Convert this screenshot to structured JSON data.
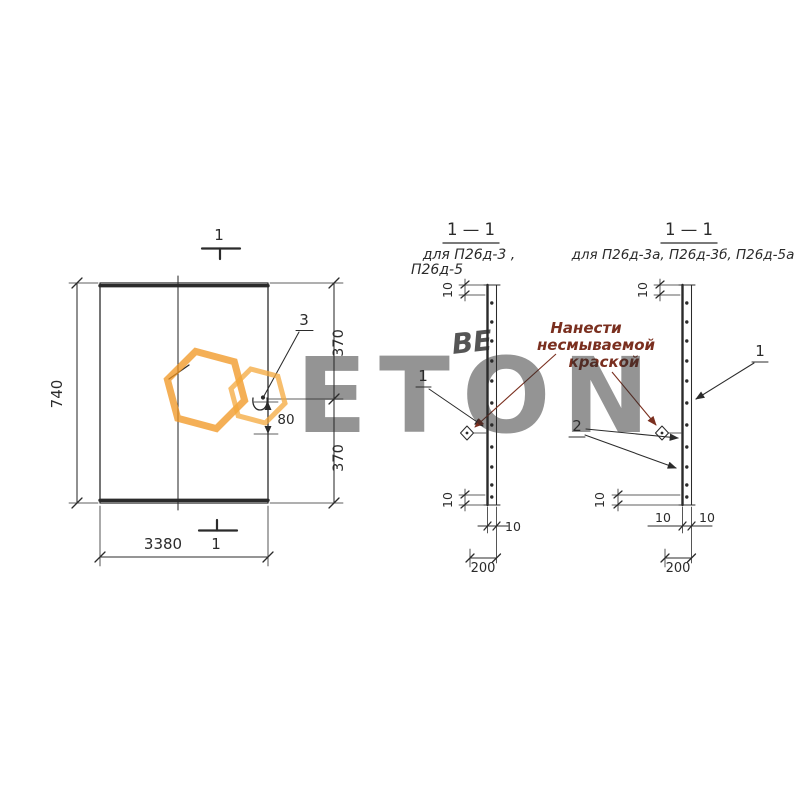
{
  "watermark": {
    "prefix": "ВЕ",
    "brand": "ETON",
    "accent_color": "#f0941e",
    "letters_color": "#c6c6c6"
  },
  "plan": {
    "section_mark_top": "1",
    "section_mark_bottom": "1",
    "dim_height": "740",
    "dim_width": "3380",
    "dim_right_top": "370",
    "dim_right_bottom": "370",
    "dim_anchor": "80",
    "callout_anchor": "3"
  },
  "section_a": {
    "title": "1 — 1",
    "subtitle_line1": "для П26д-3 ,",
    "subtitle_line2": "П26д-5",
    "dim_top": "10",
    "dim_bottom": "10",
    "dim_thickness": "10",
    "dim_depth": "200",
    "callout": "1"
  },
  "section_b": {
    "title": "1 — 1",
    "subtitle": "для П26д-3а, П26д-3б, П26д-5а",
    "dim_top": "10",
    "dim_bottom": "10",
    "dim_thickness_left": "10",
    "dim_thickness_right": "10",
    "dim_depth": "200",
    "callout_1": "1",
    "callout_2": "2"
  },
  "note": {
    "line1": "Нанести",
    "line2": "несмываемой",
    "line3": "краской",
    "color": "#7a2f1f"
  }
}
